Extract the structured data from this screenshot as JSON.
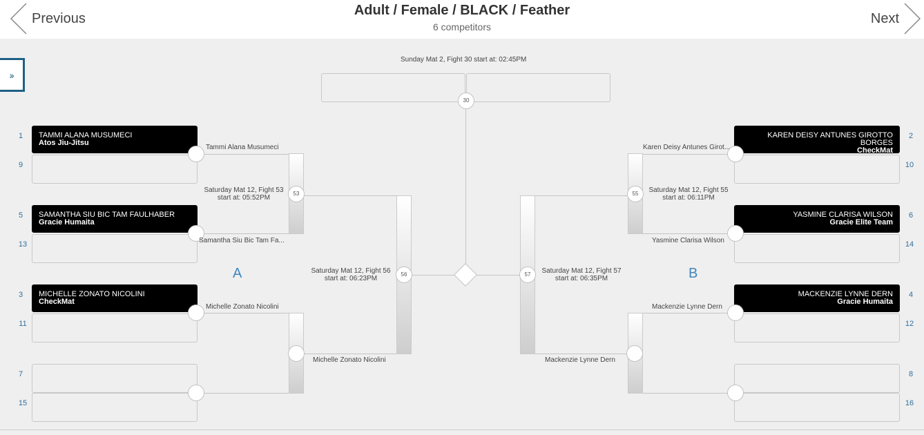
{
  "header": {
    "title": "Adult / Female / BLACK / Feather",
    "subtitle": "6 competitors",
    "previous_label": "Previous",
    "next_label": "Next"
  },
  "side_toggle": "››",
  "final": {
    "info": "Sunday Mat 2, Fight 30 start at: 02:45PM",
    "fight_number": "30"
  },
  "groups": {
    "a": "A",
    "b": "B"
  },
  "seeds": {
    "s1": "1",
    "s9": "9",
    "s5": "5",
    "s13": "13",
    "s3": "3",
    "s11": "11",
    "s7": "7",
    "s15": "15",
    "s2": "2",
    "s10": "10",
    "s6": "6",
    "s14": "14",
    "s4": "4",
    "s12": "12",
    "s8": "8",
    "s16": "16"
  },
  "competitors": {
    "c1": {
      "name": "TAMMI ALANA MUSUMECI",
      "team": "Atos Jiu-Jitsu"
    },
    "c5": {
      "name": "SAMANTHA SIU BIC TAM FAULHABER",
      "team": "Gracie Humaita"
    },
    "c3": {
      "name": "MICHELLE ZONATO NICOLINI",
      "team": "CheckMat"
    },
    "c2": {
      "name": "KAREN DEISY ANTUNES GIROTTO BORGES",
      "team": "CheckMat"
    },
    "c6": {
      "name": "YASMINE CLARISA WILSON",
      "team": "Gracie Elite Team"
    },
    "c4": {
      "name": "MACKENZIE LYNNE DERN",
      "team": "Gracie Humaita"
    }
  },
  "advances": {
    "tammi": "Tammi Alana Musumeci",
    "samantha": "Samantha Siu Bic Tam Fa...",
    "michelle": "Michelle Zonato Nicolini",
    "michelle_semi": "Michelle Zonato Nicolini",
    "karen": "Karen Deisy Antunes Girot...",
    "yasmine": "Yasmine Clarisa Wilson",
    "mackenzie": "Mackenzie Lynne Dern",
    "mackenzie_semi": "Mackenzie Lynne Dern"
  },
  "fights": {
    "f53": {
      "number": "53",
      "line1": "Saturday Mat 12, Fight 53",
      "line2": "start at: 05:52PM"
    },
    "f55": {
      "number": "55",
      "line1": "Saturday Mat 12, Fight 55",
      "line2": "start at: 06:11PM"
    },
    "f56": {
      "number": "56",
      "line1": "Saturday Mat 12, Fight 56",
      "line2": "start at: 06:23PM"
    },
    "f57": {
      "number": "57",
      "line1": "Saturday Mat 12, Fight 57",
      "line2": "start at: 06:35PM"
    }
  }
}
